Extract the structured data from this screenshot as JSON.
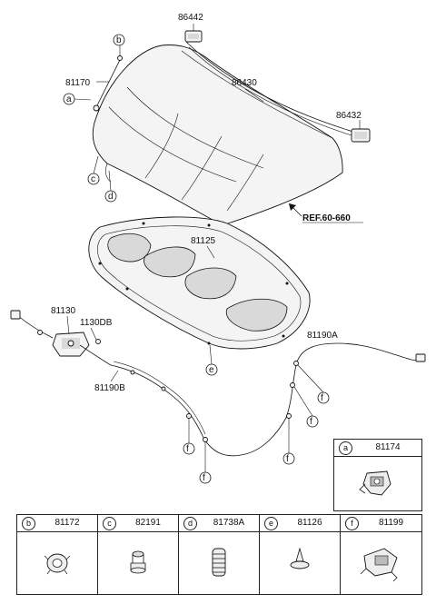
{
  "callouts": {
    "hood_panel": "86430",
    "hood_emblem": "86442",
    "hood_right_part": "86432",
    "hood_rod": "81170",
    "insulator": "81125",
    "latch": "81130",
    "latch_bolt": "1130DB",
    "cable_rear": "81190B",
    "cable_front": "81190A",
    "reference": "REF.60-660"
  },
  "markers": {
    "a": "a",
    "b": "b",
    "c": "c",
    "d": "d",
    "e": "e",
    "f": "f"
  },
  "legend": {
    "top": {
      "key": "a",
      "part": "81174",
      "icon": "clip-icon"
    },
    "bottom": [
      {
        "key": "b",
        "part": "81172",
        "icon": "grommet-icon"
      },
      {
        "key": "c",
        "part": "82191",
        "icon": "bumper-icon"
      },
      {
        "key": "d",
        "part": "81738A",
        "icon": "ribbed-bumper-icon"
      },
      {
        "key": "e",
        "part": "81126",
        "icon": "pin-clip-icon"
      },
      {
        "key": "f",
        "part": "81199",
        "icon": "cable-clip-icon"
      }
    ]
  }
}
